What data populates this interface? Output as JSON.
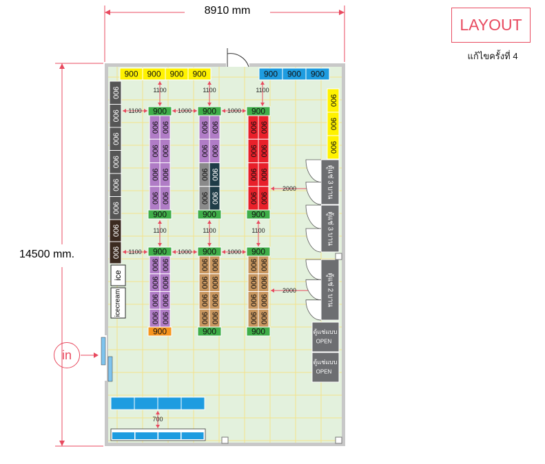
{
  "header": {
    "title": "LAYOUT",
    "revision": "แก้ไขครั้งที่ 4"
  },
  "dimensions": {
    "width": "8910 mm",
    "height": "14500 mm.",
    "entrance": "in"
  },
  "colors": {
    "yellow": "#fff200",
    "blue": "#1e9ce0",
    "green": "#3fae49",
    "purple": "#b07cc6",
    "red": "#e8202a",
    "gray": "#8a8a8a",
    "dark_teal": "#1f3c47",
    "brown": "#c8965f",
    "orange": "#f7941d",
    "dark_gray": "#555555",
    "dark_brown": "#3b2a20",
    "floor": "#e3f1dd",
    "grid": "#f3e28a",
    "wall": "#c8c8c8",
    "dim_red": "#e84a5f"
  },
  "labels": {
    "unit": "900",
    "gap_1100": "1100",
    "gap_1000": "1000",
    "gap_2000": "2000",
    "gap_700": "700",
    "ice": "ice",
    "icecream": "icecream",
    "fridge_3": "ตู้แช่ 3 บาน",
    "fridge_2": "ตู้แช่ 2 บาน",
    "open_case": "ตู้แช่แบบ",
    "open": "OPEN"
  }
}
